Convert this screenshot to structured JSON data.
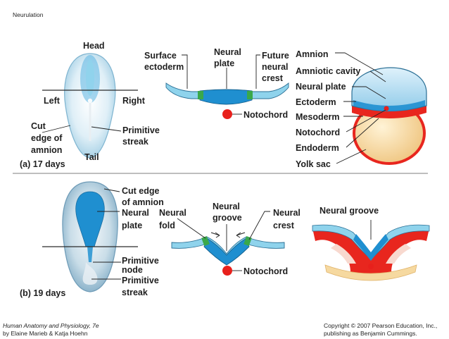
{
  "title": "Neurulation",
  "panel_a": {
    "caption": "(a) 17 days",
    "embryo_labels": {
      "head": "Head",
      "left": "Left",
      "right": "Right",
      "tail": "Tail",
      "cut_edge": [
        "Cut",
        "edge of",
        "amnion"
      ],
      "primitive_streak": [
        "Primitive",
        "streak"
      ]
    },
    "section_labels": {
      "surface_ectoderm": [
        "Surface",
        "ectoderm"
      ],
      "neural_plate": [
        "Neural",
        "plate"
      ],
      "future_neural_crest": [
        "Future",
        "neural",
        "crest"
      ],
      "notochord": "Notochord"
    },
    "cross_section_labels": [
      "Amnion",
      "Amniotic cavity",
      "Neural plate",
      "Ectoderm",
      "Mesoderm",
      "Notochord",
      "Endoderm",
      "Yolk sac"
    ]
  },
  "panel_b": {
    "caption": "(b) 19 days",
    "embryo_labels": {
      "cut_edge": [
        "Cut edge",
        "of amnion"
      ],
      "neural_plate": [
        "Neural",
        "plate"
      ],
      "neural_fold": [
        "Neural",
        "fold"
      ],
      "primitive_node": [
        "Primitive",
        "node"
      ],
      "primitive_streak": [
        "Primitive",
        "streak"
      ]
    },
    "section_labels": {
      "neural_groove": [
        "Neural",
        "groove"
      ],
      "neural_crest": [
        "Neural",
        "crest"
      ],
      "notochord": "Notochord"
    },
    "cross_section_label": "Neural groove"
  },
  "footer": {
    "left_line1": "Human Anatomy and Physiology, 7e",
    "left_line2": "by Elaine Marieb & Katja Hoehn",
    "right_line1": "Copyright © 2007 Pearson Education, Inc.,",
    "right_line2": "publishing as Benjamin Cummings."
  },
  "colors": {
    "neural_blue": "#1f8fd0",
    "ectoderm_light": "#8fd3ec",
    "crest_green": "#3aa84a",
    "notochord_red": "#e8201c",
    "mesoderm_red": "#e8261e",
    "yolk": "#f6d9a0",
    "divider": "#a9a9a9"
  }
}
